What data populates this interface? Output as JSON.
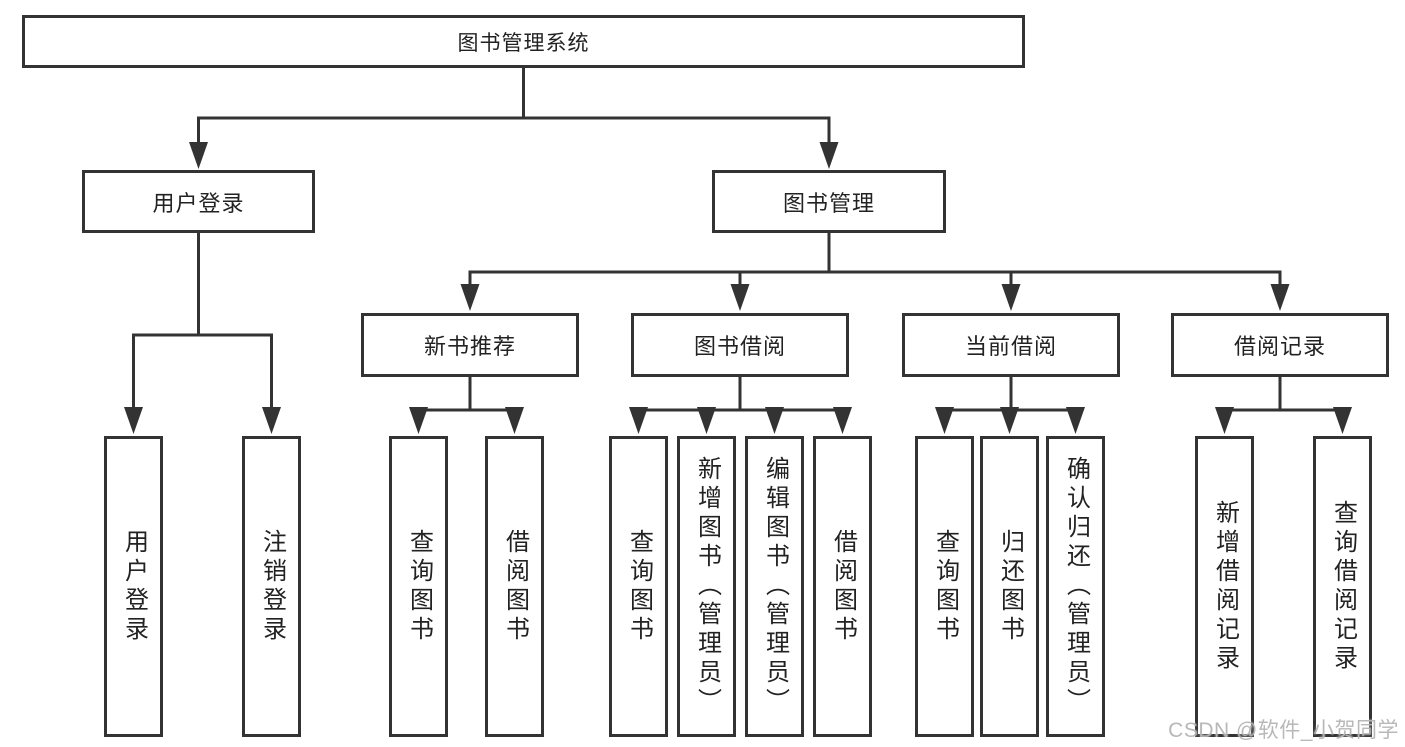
{
  "diagram": {
    "root": "图书管理系统",
    "level2": {
      "user_login": "用户登录",
      "book_mgmt": "图书管理"
    },
    "level3": {
      "new_books": "新书推荐",
      "book_borrow": "图书借阅",
      "current_borrow": "当前借阅",
      "borrow_records": "借阅记录"
    },
    "leaves": {
      "user_login": [
        "用户登录",
        "注销登录"
      ],
      "new_books": [
        "查询图书",
        "借阅图书"
      ],
      "book_borrow": [
        "查询图书",
        "新增图书（管理员）",
        "编辑图书（管理员）",
        "借阅图书"
      ],
      "current_borrow": [
        "查询图书",
        "归还图书",
        "确认归还（管理员）"
      ],
      "borrow_records": [
        "新增借阅记录",
        "查询借阅记录"
      ]
    }
  },
  "watermark": {
    "text": "CSDN @软件_小贺同学"
  },
  "colors": {
    "line": "#333333",
    "text": "#222222",
    "background": "#ffffff",
    "watermark": "#b2b2b2"
  }
}
